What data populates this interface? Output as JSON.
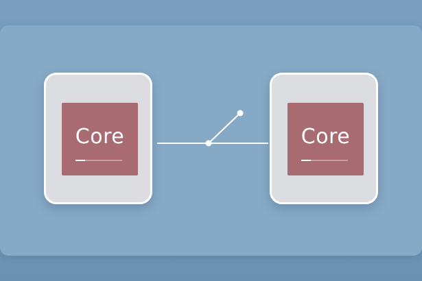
{
  "nodes": [
    {
      "label": "Core",
      "progress": 0.2
    },
    {
      "label": "Core",
      "progress": 0.2
    }
  ],
  "colors": {
    "background": "#7199ba",
    "panel": "#86a9c6",
    "node_fill": "#dcdde1",
    "core_fill": "#a86b72",
    "line": "#ffffff"
  },
  "connector": {
    "type": "switch",
    "state": "open"
  }
}
